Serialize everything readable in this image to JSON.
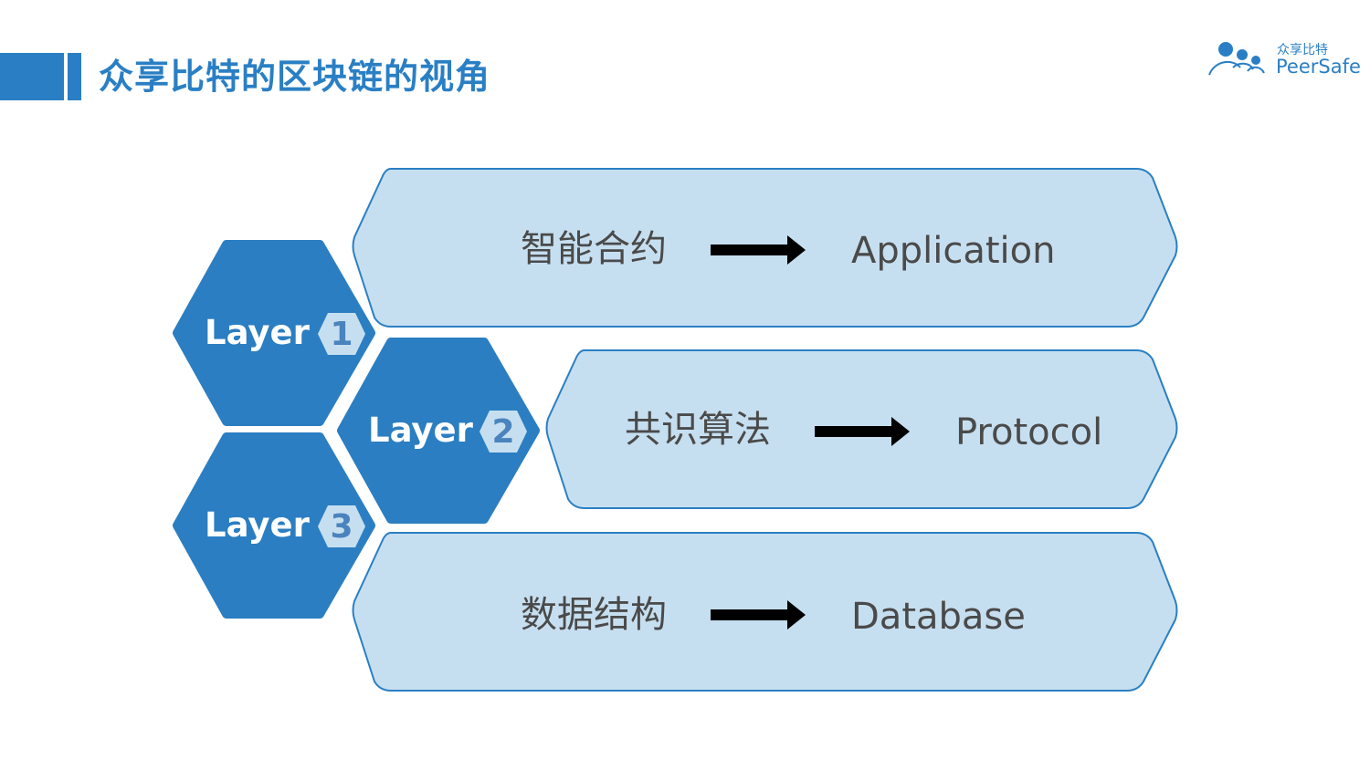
{
  "page": {
    "title": "众享比特的区块链的视角"
  },
  "logo": {
    "name_cn": "众享比特",
    "name_en": "PeerSafe"
  },
  "colors": {
    "accent": "#2a7fc4",
    "hexagon": "#2b7ec1",
    "banner_fill": "#c6dff0",
    "banner_stroke": "#2a7fc4",
    "text": "#4a4a4a",
    "arrow": "#000000"
  },
  "rows": [
    {
      "cn": "智能合约",
      "en": "Application"
    },
    {
      "cn": "共识算法",
      "en": "Protocol"
    },
    {
      "cn": "数据结构",
      "en": "Database"
    }
  ],
  "layers": [
    {
      "label": "Layer",
      "number": "1"
    },
    {
      "label": "Layer",
      "number": "2"
    },
    {
      "label": "Layer",
      "number": "3"
    }
  ]
}
